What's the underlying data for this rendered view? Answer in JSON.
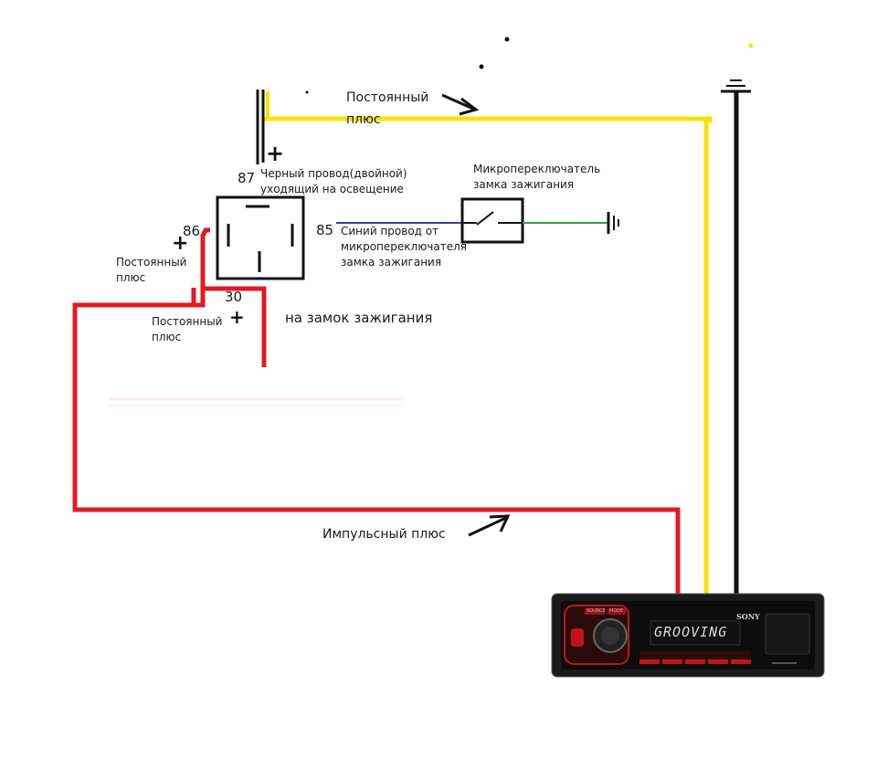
{
  "labels": {
    "constant_plus_top": "Постоянный",
    "constant_plus_top_2": "плюс",
    "black_wire": "Черный провод(двойной)",
    "black_wire_2": "уходящий на освещение",
    "microswitch": "Микропереключатель",
    "microswitch_2": "замка зажигания",
    "blue_wire": "Синий провод от",
    "blue_wire_2": "микропереключателя",
    "blue_wire_3": "замка зажигания",
    "constant_plus_86": "Постоянный",
    "constant_plus_86_2": "плюс",
    "constant_plus_30": "Постоянный",
    "constant_plus_30_2": "плюс",
    "to_ignition": "на замок зажигания",
    "impulse_plus": "Импульсный плюс"
  },
  "pins": {
    "p87": "87",
    "p86": "86",
    "p85": "85",
    "p30": "30"
  },
  "symbols": {
    "plus": "+"
  },
  "radio": {
    "display_text": "GROOVING",
    "brand": "SONY",
    "btn_source": "SOURCE",
    "btn_mode": "MODE"
  },
  "colors": {
    "yellow_wire": "#f5e400",
    "red_wire": "#e01b24",
    "blue_wire": "#2e3f9e",
    "green_wire": "#2f9e3a",
    "black_wire": "#111111"
  }
}
